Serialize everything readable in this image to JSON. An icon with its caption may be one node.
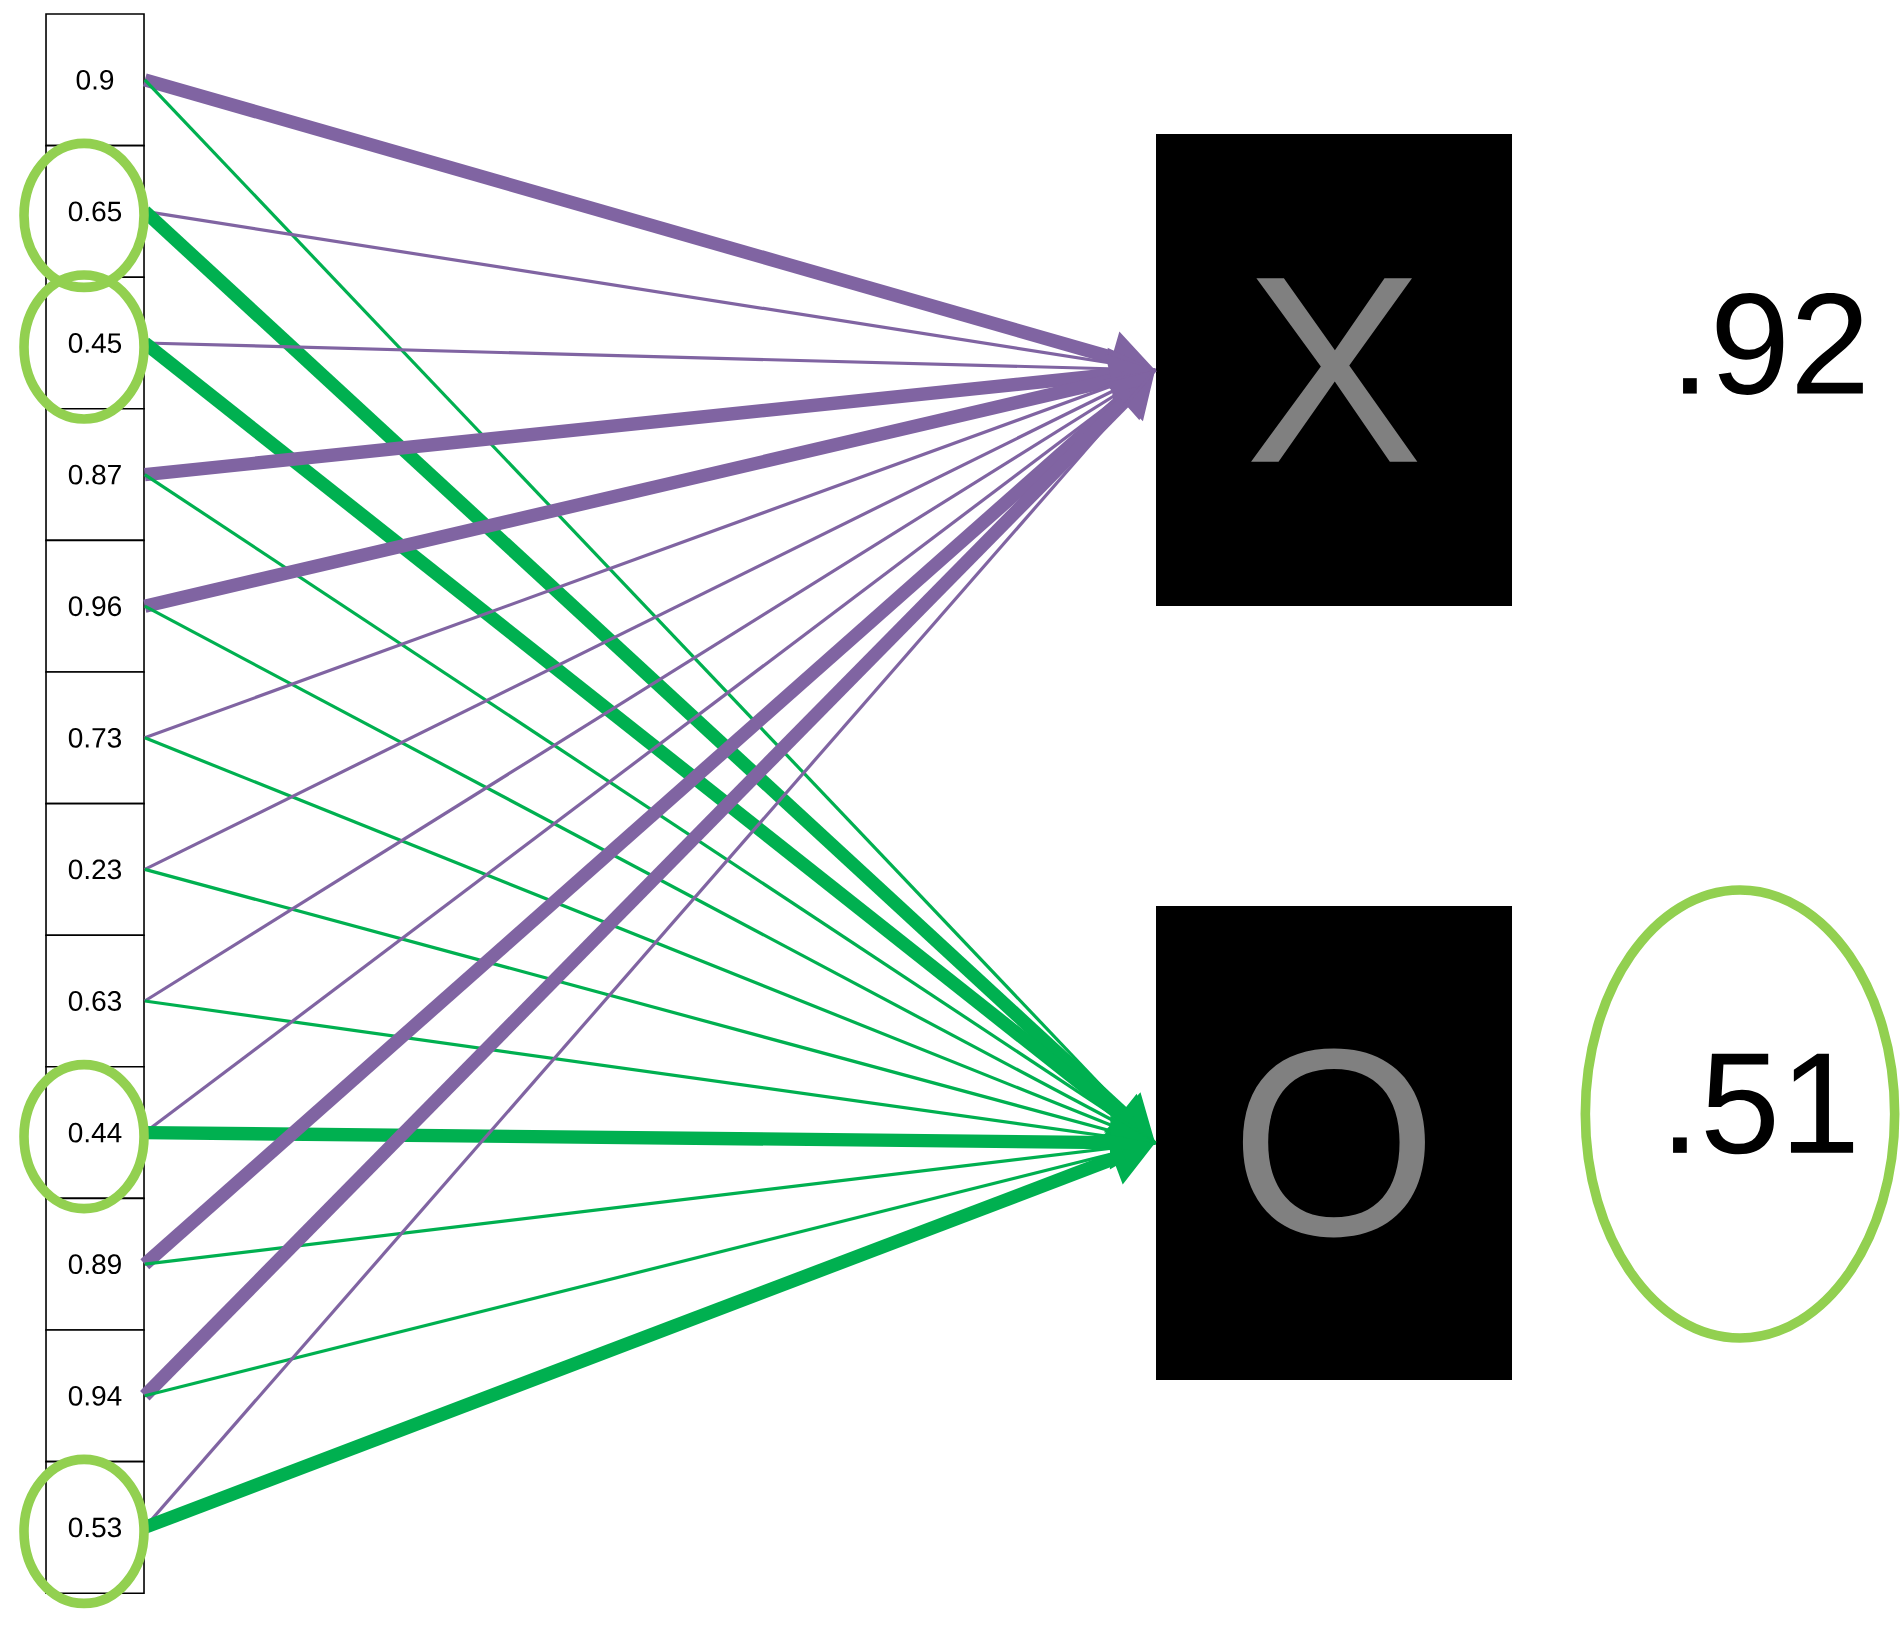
{
  "diagram": {
    "nodes": [
      {
        "text": [
          "0.9"
        ]
      },
      {
        "text": [
          "0.65"
        ]
      },
      {
        "text": [
          "0.45"
        ]
      },
      {
        "text": [
          "0.87"
        ]
      },
      {
        "text": [
          "0.96"
        ]
      },
      {
        "text": [
          "0.73"
        ]
      },
      {
        "text": [
          "0.23"
        ]
      },
      {
        "text": [
          "0.63"
        ]
      },
      {
        "text": [
          "0.44"
        ]
      },
      {
        "text": [
          "0.89"
        ]
      },
      {
        "text": [
          "0.94"
        ]
      },
      {
        "text": [
          "0.53"
        ]
      },
      {
        "text": [
          "X"
        ],
        "beside": [
          ".92"
        ]
      },
      {
        "text": [
          "O"
        ],
        "beside": [
          ".51"
        ]
      }
    ],
    "edges": [
      {
        "from": 0,
        "to": 12,
        "arrow": "to",
        "style": "thick"
      },
      {
        "from": 0,
        "to": 13,
        "arrow": "none",
        "color": "#00b050"
      },
      {
        "from": 1,
        "to": 12,
        "arrow": "none"
      },
      {
        "from": 1,
        "to": 13,
        "arrow": "to",
        "style": "thick",
        "color": "#00b050"
      },
      {
        "from": 2,
        "to": 12,
        "arrow": "none"
      },
      {
        "from": 2,
        "to": 13,
        "arrow": "to",
        "style": "thick",
        "color": "#00b050"
      },
      {
        "from": 3,
        "to": 12,
        "arrow": "to",
        "style": "thick"
      },
      {
        "from": 3,
        "to": 13,
        "arrow": "none",
        "color": "#00b050"
      },
      {
        "from": 4,
        "to": 12,
        "arrow": "to",
        "style": "thick"
      },
      {
        "from": 4,
        "to": 13,
        "arrow": "none",
        "color": "#00b050"
      },
      {
        "from": 5,
        "to": 12,
        "arrow": "none"
      },
      {
        "from": 5,
        "to": 13,
        "arrow": "none",
        "color": "#00b050"
      },
      {
        "from": 6,
        "to": 12,
        "arrow": "none"
      },
      {
        "from": 6,
        "to": 13,
        "arrow": "none",
        "color": "#00b050"
      },
      {
        "from": 7,
        "to": 12,
        "arrow": "none"
      },
      {
        "from": 7,
        "to": 13,
        "arrow": "none",
        "color": "#00b050"
      },
      {
        "from": 8,
        "to": 12,
        "arrow": "none"
      },
      {
        "from": 8,
        "to": 13,
        "arrow": "to",
        "style": "thick",
        "color": "#00b050"
      },
      {
        "from": 9,
        "to": 12,
        "arrow": "to",
        "style": "thick"
      },
      {
        "from": 9,
        "to": 13,
        "arrow": "none",
        "color": "#00b050"
      },
      {
        "from": 10,
        "to": 12,
        "arrow": "to",
        "style": "thick"
      },
      {
        "from": 10,
        "to": 13,
        "arrow": "none",
        "color": "#00b050"
      },
      {
        "from": 11,
        "to": 12,
        "arrow": "none"
      },
      {
        "from": 11,
        "to": 13,
        "arrow": "to",
        "style": "thick",
        "color": "#00b050"
      }
    ]
  }
}
